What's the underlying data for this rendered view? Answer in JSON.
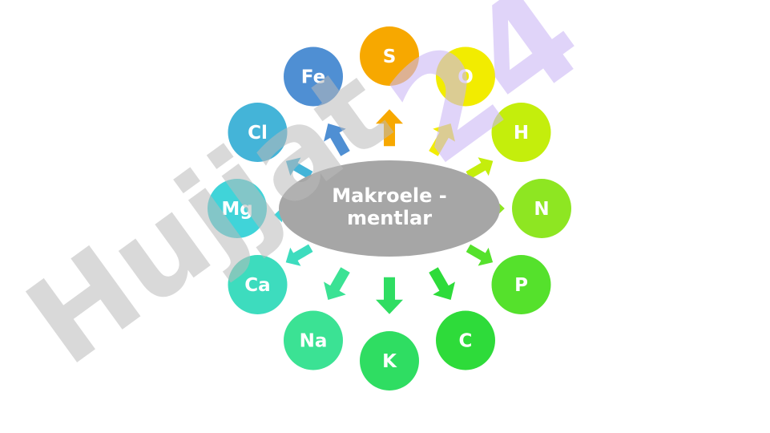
{
  "center": {
    "line1": "Makroele -",
    "line2": "mentlar",
    "fill": "#a6a6a6"
  },
  "elements": [
    {
      "symbol": "S",
      "color": "#f7a800"
    },
    {
      "symbol": "O",
      "color": "#f2ec00"
    },
    {
      "symbol": "H",
      "color": "#c4ee0c"
    },
    {
      "symbol": "N",
      "color": "#8ee622"
    },
    {
      "symbol": "P",
      "color": "#55e12c"
    },
    {
      "symbol": "C",
      "color": "#2edb3a"
    },
    {
      "symbol": "K",
      "color": "#2fdd62"
    },
    {
      "symbol": "Na",
      "color": "#3be294"
    },
    {
      "symbol": "Ca",
      "color": "#3ddcbe"
    },
    {
      "symbol": "Mg",
      "color": "#40d4d9"
    },
    {
      "symbol": "Cl",
      "color": "#44b4d8"
    },
    {
      "symbol": "Fe",
      "color": "#4f8fd3"
    }
  ],
  "watermark": {
    "text": "Hujjat",
    "number": "24",
    "color": "#b9b9b9",
    "number_color": "#ccb8f5"
  }
}
